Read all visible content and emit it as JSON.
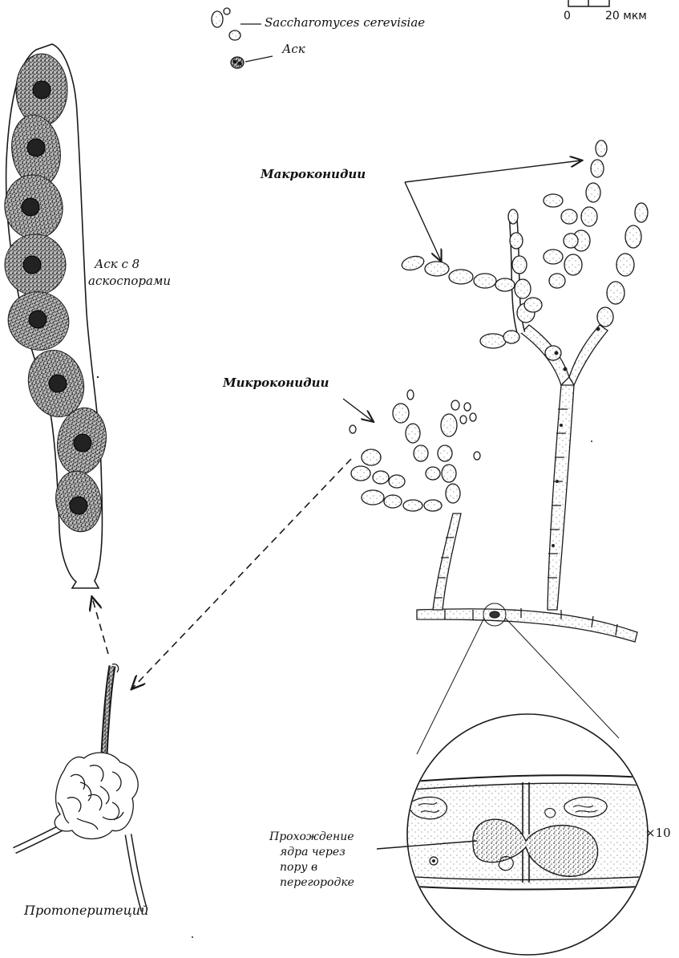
{
  "labels": {
    "saccharomyces": "Saccharomyces cerevisiae",
    "ask_top": "Аск",
    "ask8_line1": "Аск с 8",
    "ask8_line2": "аскоспорами",
    "macroconidia": "Макроконидии",
    "microconidia": "Микроконидии",
    "protoperithecium": "Протоперитеций",
    "nucleus_line1": "Прохождение",
    "nucleus_line2": "ядра через",
    "nucleus_line3": "пору в",
    "nucleus_line4": "перегородке",
    "magnification": "×10"
  },
  "scale_bar": {
    "zero": "0",
    "value": "20 мкм"
  },
  "colors": {
    "ink": "#1a1a1a",
    "stipple": "#555555"
  }
}
